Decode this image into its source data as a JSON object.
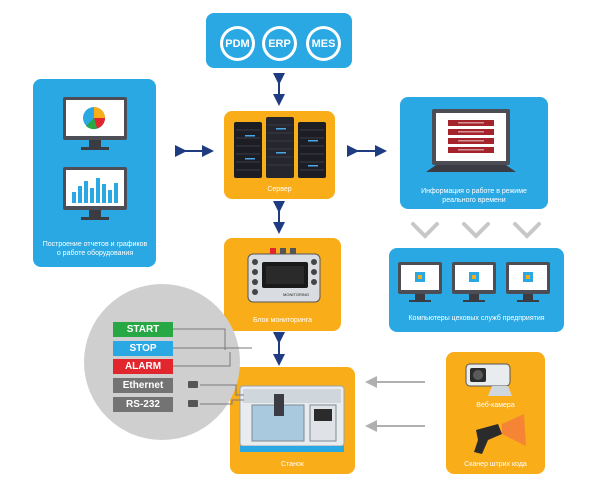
{
  "top": {
    "items": [
      "PDM",
      "ERP",
      "MES"
    ]
  },
  "server": {
    "label": "Сервер"
  },
  "reports": {
    "label": "Построение отчетов и графиков о работе оборудования"
  },
  "realtime": {
    "label": "Информация о работе в режиме реального времени"
  },
  "workstations": {
    "label": "Компьютеры цеховых служб предприятия"
  },
  "monitor": {
    "label": "Блок мониторинга",
    "device_text": "MONITORING"
  },
  "machine": {
    "label": "Станок"
  },
  "webcam": {
    "label": "Веб-камера"
  },
  "scanner": {
    "label": "Сканер штрих кода"
  },
  "signals": [
    {
      "label": "START",
      "color": "#27a844"
    },
    {
      "label": "STOP",
      "color": "#2aa8e3"
    },
    {
      "label": "ALARM",
      "color": "#e2262d"
    },
    {
      "label": "Ethernet",
      "color": "#737373"
    },
    {
      "label": "RS-232",
      "color": "#737373"
    }
  ],
  "colors": {
    "blue": "#2aa8e3",
    "orange": "#f9ad19",
    "arrow": "#1f3b82",
    "gray": "#cfcfcf"
  }
}
